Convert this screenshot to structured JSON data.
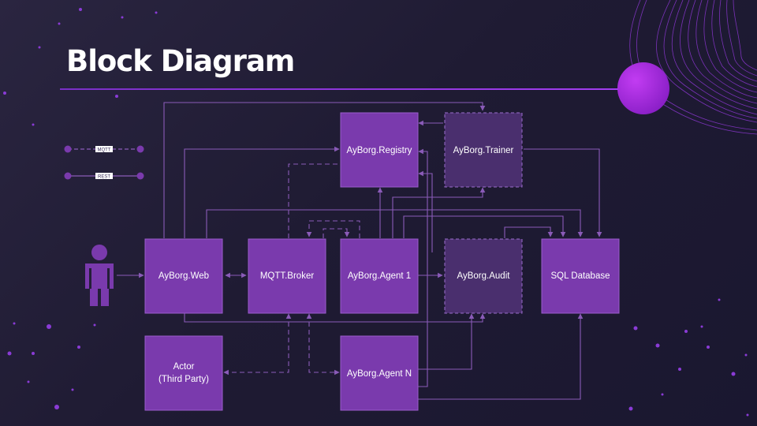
{
  "slide": {
    "title": "Block Diagram"
  },
  "legend": {
    "items": [
      {
        "label": "MQTT",
        "style": "dashed"
      },
      {
        "label": "REST",
        "style": "solid"
      }
    ]
  },
  "nodes": {
    "registry": {
      "label": "AyBorg.Registry",
      "style": "solid"
    },
    "trainer": {
      "label": "AyBorg.Trainer",
      "style": "dashed"
    },
    "web": {
      "label": "AyBorg.Web",
      "style": "solid"
    },
    "broker": {
      "label": "MQTT.Broker",
      "style": "solid"
    },
    "agent1": {
      "label": "AyBorg.Agent 1",
      "style": "solid"
    },
    "audit": {
      "label": "AyBorg.Audit",
      "style": "dashed"
    },
    "sql": {
      "label": "SQL Database",
      "style": "solid"
    },
    "actor": {
      "label_line1": "Actor",
      "label_line2": "(Third Party)",
      "style": "solid"
    },
    "agentN": {
      "label": "AyBorg.Agent N",
      "style": "solid"
    }
  },
  "colors": {
    "node_fill": "#7a3aad",
    "node_dashed_fill": "#4a2f6e",
    "connector": "#8a5bb8",
    "accent": "#a33df0",
    "person": "#7a3aad"
  },
  "icons": {
    "user": "user-icon"
  }
}
